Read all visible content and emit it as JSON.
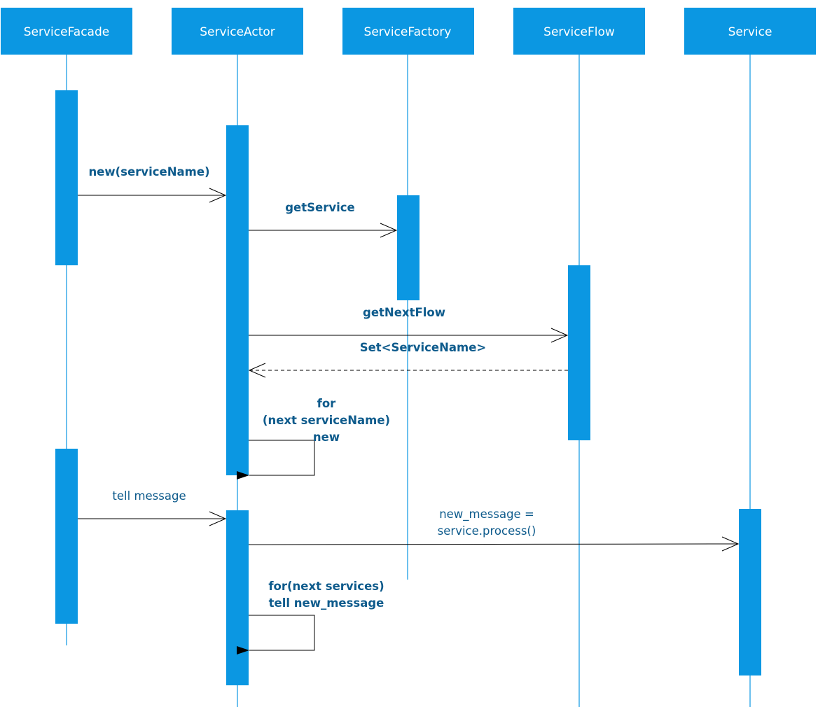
{
  "colors": {
    "participant_fill": "#0b97e2",
    "lifeline": "#0b97e2",
    "activation": "#0b97e2",
    "message_line": "#000000",
    "label_text": "#0e5b8c",
    "header_text": "#ffffff"
  },
  "participants": [
    {
      "id": "facade",
      "label": "ServiceFacade"
    },
    {
      "id": "actor",
      "label": "ServiceActor"
    },
    {
      "id": "factory",
      "label": "ServiceFactory"
    },
    {
      "id": "flow",
      "label": "ServiceFlow"
    },
    {
      "id": "service",
      "label": "Service"
    }
  ],
  "messages": [
    {
      "id": "new-service-name",
      "from": "facade",
      "to": "actor",
      "style": "solid-open-arrow",
      "lines": [
        "new(serviceName)"
      ]
    },
    {
      "id": "get-service",
      "from": "actor",
      "to": "factory",
      "style": "solid-open-arrow",
      "lines": [
        "getService"
      ]
    },
    {
      "id": "get-next-flow",
      "from": "actor",
      "to": "flow",
      "style": "solid-open-arrow",
      "lines": [
        "getNextFlow"
      ]
    },
    {
      "id": "set-service-name",
      "from": "flow",
      "to": "actor",
      "style": "dashed-open-arrow",
      "lines": [
        "Set<ServiceName>"
      ]
    },
    {
      "id": "for-next-new",
      "from": "actor",
      "to": "actor",
      "style": "self-filled-arrow",
      "lines": [
        "for",
        "(next serviceName)",
        "new"
      ]
    },
    {
      "id": "tell-message",
      "from": "facade",
      "to": "actor",
      "style": "solid-open-arrow",
      "lines": [
        "tell message"
      ]
    },
    {
      "id": "process",
      "from": "actor",
      "to": "service",
      "style": "solid-open-arrow",
      "lines": [
        "new_message =",
        "service.process()"
      ]
    },
    {
      "id": "for-next-tell",
      "from": "actor",
      "to": "actor",
      "style": "self-filled-arrow",
      "lines": [
        "for(next services)",
        "tell new_message"
      ]
    }
  ]
}
